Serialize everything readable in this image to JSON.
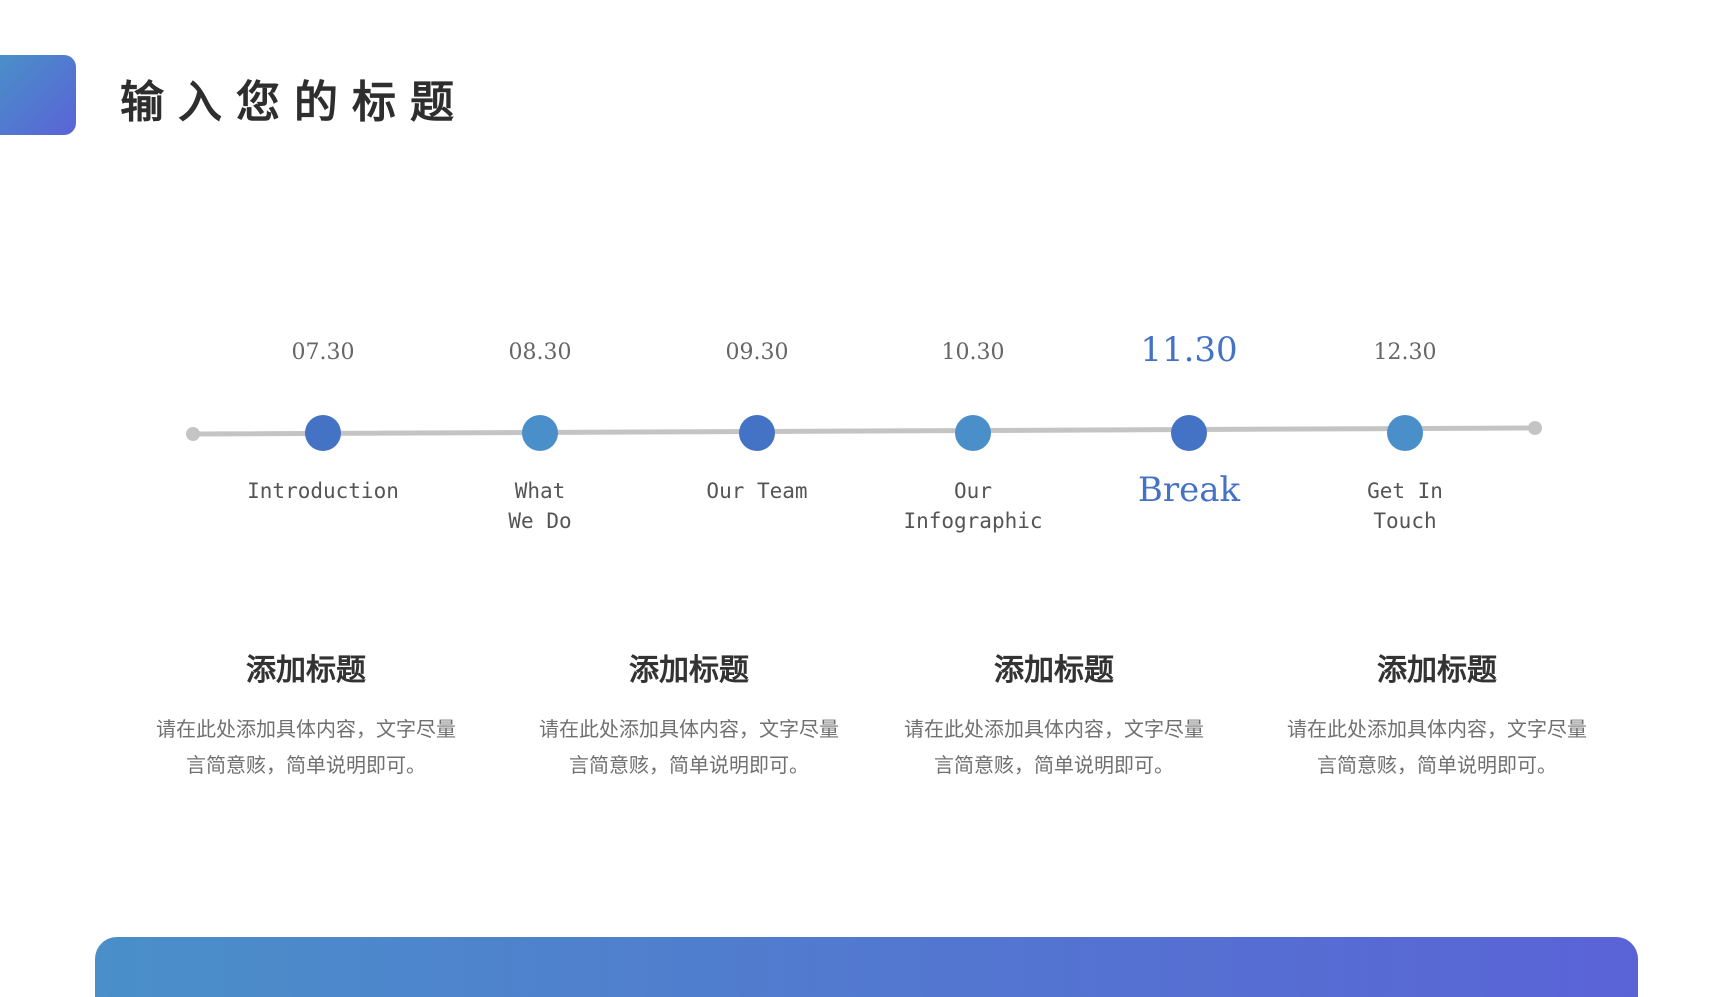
{
  "header": {
    "title": "输入您的标题"
  },
  "colors": {
    "accent_dark": "#4472c4",
    "accent_light": "#4a8fc9",
    "line": "#c4c4c4"
  },
  "timeline": {
    "items": [
      {
        "date": "07.30",
        "label": "Introduction",
        "active": false,
        "dot_color": "#4472c4"
      },
      {
        "date": "08.30",
        "label": "What\nWe Do",
        "active": false,
        "dot_color": "#4a8fc9"
      },
      {
        "date": "09.30",
        "label": "Our Team",
        "active": false,
        "dot_color": "#4472c4"
      },
      {
        "date": "10.30",
        "label": "Our\nInfographic",
        "active": false,
        "dot_color": "#4a8fc9"
      },
      {
        "date": "11.30",
        "label": "Break",
        "active": true,
        "dot_color": "#4472c4"
      },
      {
        "date": "12.30",
        "label": "Get In\nTouch",
        "active": false,
        "dot_color": "#4a8fc9"
      }
    ]
  },
  "cards": [
    {
      "title": "添加标题",
      "text": "请在此处添加具体内容，文字尽量言简意赅，简单说明即可。"
    },
    {
      "title": "添加标题",
      "text": "请在此处添加具体内容，文字尽量言简意赅，简单说明即可。"
    },
    {
      "title": "添加标题",
      "text": "请在此处添加具体内容，文字尽量言简意赅，简单说明即可。"
    },
    {
      "title": "添加标题",
      "text": "请在此处添加具体内容，文字尽量言简意赅，简单说明即可。"
    }
  ]
}
